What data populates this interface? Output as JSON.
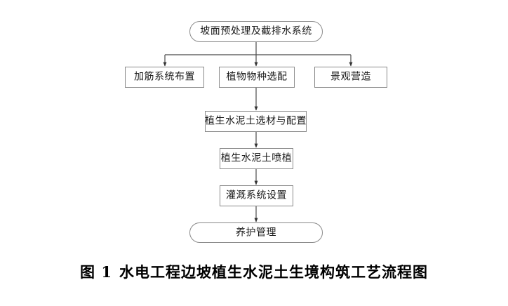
{
  "figure": {
    "caption_label": "图 1",
    "caption_text": "水电工程边坡植生水泥土生境构筑工艺流程图",
    "background_color": "#ffffff",
    "line_color": "#4a4a4a",
    "border_color": "#8a8a8a",
    "text_color": "#1a1a1a"
  },
  "diagram": {
    "type": "flowchart",
    "orientation": "top-to-bottom",
    "nodes": [
      {
        "id": "pretreatment",
        "label": "坡面预处理及截排水系统",
        "shape": "stadium",
        "level": 0
      },
      {
        "id": "reinforce",
        "label": "加筋系统布置",
        "shape": "rectangle",
        "level": 1
      },
      {
        "id": "species",
        "label": "植物物种选配",
        "shape": "rectangle",
        "level": 1
      },
      {
        "id": "landscape",
        "label": "景观营造",
        "shape": "rectangle",
        "level": 1
      },
      {
        "id": "material",
        "label": "植生水泥土选材与配置",
        "shape": "rectangle",
        "level": 2
      },
      {
        "id": "spray",
        "label": "植生水泥土喷植",
        "shape": "rectangle",
        "level": 3
      },
      {
        "id": "irrigation",
        "label": "灌溉系统设置",
        "shape": "rectangle",
        "level": 4
      },
      {
        "id": "maintenance",
        "label": "养护管理",
        "shape": "stadium",
        "level": 5
      }
    ],
    "edges": [
      {
        "from": "pretreatment",
        "to": "reinforce",
        "style": "elbow",
        "arrow": "filled-triangle"
      },
      {
        "from": "pretreatment",
        "to": "species",
        "style": "straight",
        "arrow": "filled-triangle"
      },
      {
        "from": "pretreatment",
        "to": "landscape",
        "style": "elbow",
        "arrow": "filled-triangle"
      },
      {
        "from": "species",
        "to": "material",
        "style": "straight",
        "arrow": "filled-triangle"
      },
      {
        "from": "material",
        "to": "spray",
        "style": "straight",
        "arrow": "filled-triangle"
      },
      {
        "from": "spray",
        "to": "irrigation",
        "style": "straight",
        "arrow": "filled-triangle"
      },
      {
        "from": "irrigation",
        "to": "maintenance",
        "style": "straight",
        "arrow": "filled-triangle"
      }
    ]
  }
}
